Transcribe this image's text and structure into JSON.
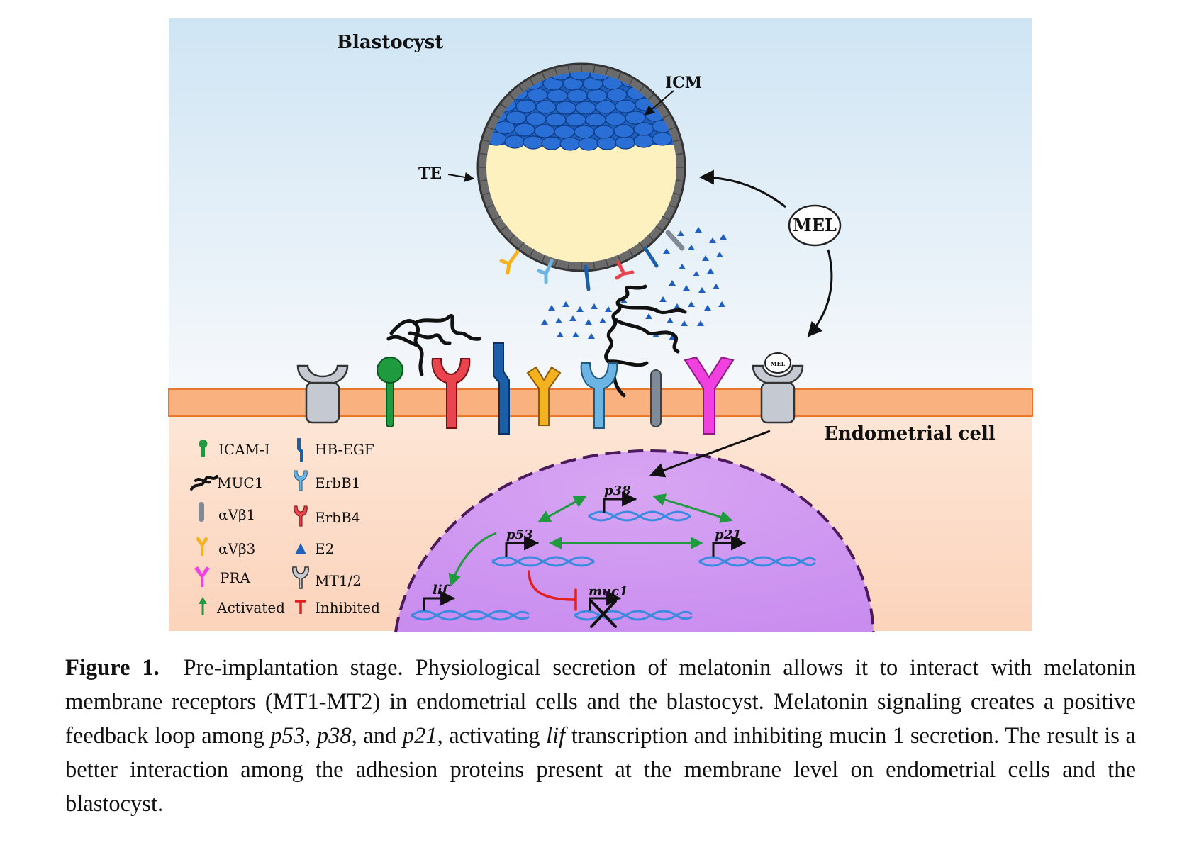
{
  "labels": {
    "blastocyst": "Blastocyst",
    "icm": "ICM",
    "te": "TE",
    "mel": "MEL",
    "mel_small": "MEL",
    "endometrial_cell": "Endometrial cell"
  },
  "genes": {
    "p38": "p38",
    "p53": "p53",
    "p21": "p21",
    "lif": "lif",
    "muc1": "muc1"
  },
  "legend": {
    "icam": "ICAM-I",
    "muc1": "MUC1",
    "avb1": "αVβ1",
    "avb3": "αVβ3",
    "pra": "PRA",
    "activated": "Activated",
    "hbegf": "HB-EGF",
    "erbb1": "ErbB1",
    "erbb4": "ErbB4",
    "e2": "E2",
    "mt12": "MT1/2",
    "inhibited": "Inhibited"
  },
  "caption": {
    "label": "Figure 1.",
    "t1": "Pre-implantation stage.  Physiological secretion of melatonin allows it to interact with melatonin membrane receptors (MT1-MT2) in endometrial cells and the blastocyst. Melatonin signaling creates a positive feedback loop among ",
    "g1": "p53",
    "t2": ", ",
    "g2": "p38",
    "t3": ", and ",
    "g3": "p21",
    "t4": ", activating ",
    "g4": "lif",
    "t5": " transcription and inhibiting mucin 1 secretion.  The result is a better interaction among the adhesion proteins present at the membrane level on endometrial cells and the blastocyst."
  },
  "colors": {
    "sky_top": "#cfe5f4",
    "sky_bottom": "#f7f9fc",
    "membrane": "#f9b27f",
    "cytoplasm": "#fde4d4",
    "nucleus": "#d9a6f5",
    "icm": "#1f5fbf",
    "yolk": "#fdf1c0",
    "te_ring": "#666666",
    "icam": "#1f9a3f",
    "erbb4": "#e8454e",
    "hbegf": "#1a5fa8",
    "avb3": "#f4b31e",
    "erbb1": "#6cb4e4",
    "avb1": "#7f8a96",
    "pra": "#f040e0",
    "mt": "#b4bac4",
    "activated": "#1f9a3f",
    "inhibited": "#e21f1f",
    "dna": "#3a8be0"
  }
}
